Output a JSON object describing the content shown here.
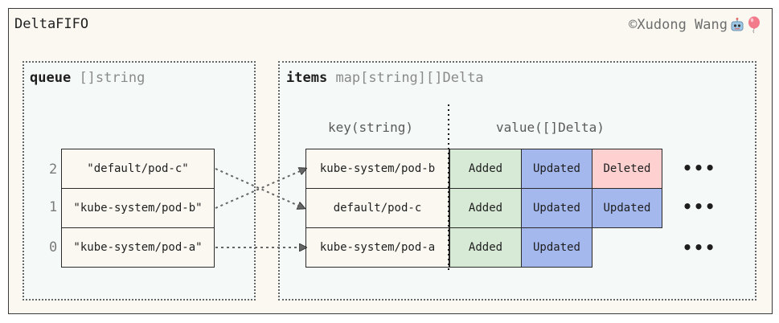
{
  "title": "DeltaFIFO",
  "credit": "©Xudong Wang",
  "credit_icons": [
    "robot-emoji-icon",
    "balloon-emoji-icon"
  ],
  "queue": {
    "label": "queue",
    "type": "[]string",
    "indices": [
      "2",
      "1",
      "0"
    ],
    "entries": [
      "\"default/pod-c\"",
      "\"kube-system/pod-b\"",
      "\"kube-system/pod-a\""
    ]
  },
  "items": {
    "label": "items",
    "type": "map[string][]Delta",
    "key_header": "key(string)",
    "value_header": "value([]Delta)",
    "rows": [
      {
        "key": "kube-system/pod-b",
        "deltas": [
          "Added",
          "Updated",
          "Deleted"
        ],
        "more": "•••"
      },
      {
        "key": "default/pod-c",
        "deltas": [
          "Added",
          "Updated",
          "Updated"
        ],
        "more": "•••"
      },
      {
        "key": "kube-system/pod-a",
        "deltas": [
          "Added",
          "Updated"
        ],
        "more": "•••"
      }
    ]
  },
  "colors": {
    "Added": "#d6ead6",
    "Updated": "#a4b8ee",
    "Deleted": "#ffd0d0"
  }
}
